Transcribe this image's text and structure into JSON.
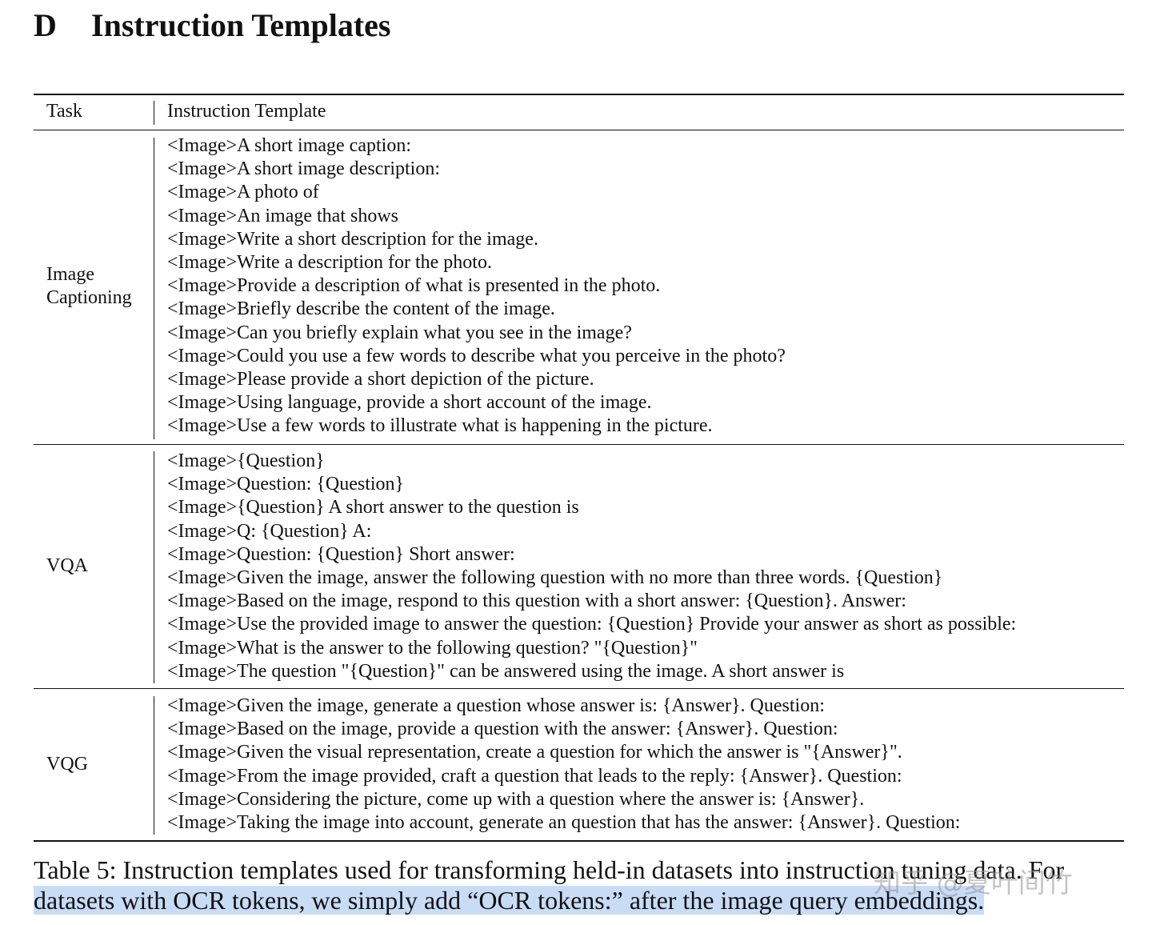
{
  "section": {
    "number": "D",
    "title": "Instruction Templates"
  },
  "table": {
    "headers": {
      "task": "Task",
      "template": "Instruction Template"
    },
    "groups": [
      {
        "task_line1": "Image",
        "task_line2": "Captioning",
        "templates": [
          "<Image>A short image caption:",
          "<Image>A short image description:",
          "<Image>A photo of",
          "<Image>An image that shows",
          "<Image>Write a short description for the image.",
          "<Image>Write a description for the photo.",
          "<Image>Provide a description of what is presented in the photo.",
          "<Image>Briefly describe the content of the image.",
          "<Image>Can you briefly explain what you see in the image?",
          "<Image>Could you use a few words to describe what you perceive in the photo?",
          "<Image>Please provide a short depiction of the picture.",
          "<Image>Using language, provide a short account of the image.",
          "<Image>Use a few words to illustrate what is happening in the picture."
        ]
      },
      {
        "task_line1": "VQA",
        "task_line2": "",
        "templates": [
          "<Image>{Question}",
          "<Image>Question: {Question}",
          "<Image>{Question} A short answer to the question is",
          "<Image>Q: {Question} A:",
          "<Image>Question: {Question} Short answer:",
          "<Image>Given the image, answer the following question with no more than three words. {Question}",
          "<Image>Based on the image, respond to this question with a short answer: {Question}. Answer:",
          "<Image>Use the provided image to answer the question: {Question} Provide your answer as short as possible:",
          "<Image>What is the answer to the following question? \"{Question}\"",
          "<Image>The question \"{Question}\" can be answered using the image. A short answer is"
        ]
      },
      {
        "task_line1": "VQG",
        "task_line2": "",
        "templates": [
          "<Image>Given the image, generate a question whose answer is: {Answer}. Question:",
          "<Image>Based on the image, provide a question with the answer: {Answer}. Question:",
          "<Image>Given the visual representation, create a question for which the answer is \"{Answer}\".",
          "<Image>From the image provided, craft a question that leads to the reply: {Answer}. Question:",
          "<Image>Considering the picture, come up with a question where the answer is: {Answer}.",
          "<Image>Taking the image into account, generate an question that has the answer: {Answer}. Question:"
        ]
      }
    ]
  },
  "caption": {
    "line1": "Table 5: Instruction templates used for transforming held-in datasets into instruction tuning data. For",
    "line2": "datasets with OCR tokens, we simply add “OCR tokens:” after the image query embeddings."
  },
  "watermark": "知乎 @夏叶间竹"
}
